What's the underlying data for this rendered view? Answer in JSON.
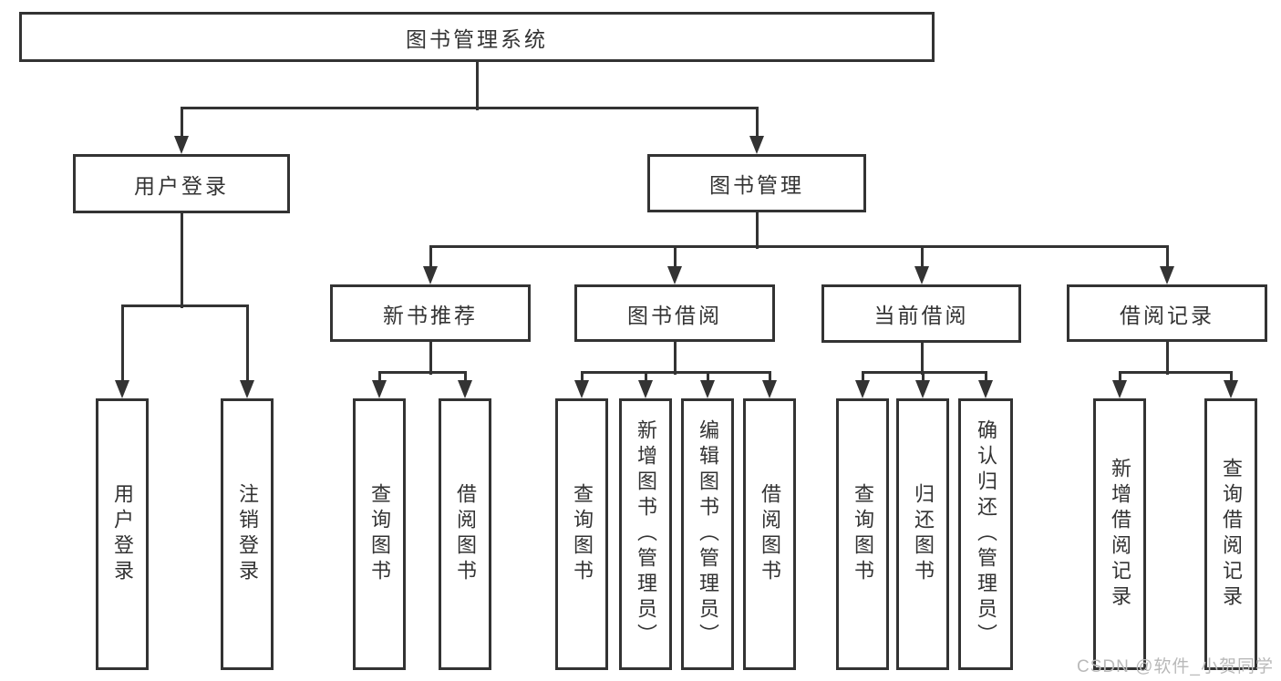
{
  "diagram": {
    "title": "图书管理系统",
    "root": {
      "label": "图书管理系统"
    },
    "level2": [
      {
        "label": "用户登录"
      },
      {
        "label": "图书管理"
      }
    ],
    "level3": [
      {
        "label": "新书推荐"
      },
      {
        "label": "图书借阅"
      },
      {
        "label": "当前借阅"
      },
      {
        "label": "借阅记录"
      }
    ],
    "leaves": {
      "login": [
        "用户登录",
        "注销登录"
      ],
      "recommend": [
        "查询图书",
        "借阅图书"
      ],
      "borrow": [
        "查询图书",
        "新增图书（管理员）",
        "编辑图书（管理员）",
        "借阅图书"
      ],
      "current": [
        "查询图书",
        "归还图书",
        "确认归还（管理员）"
      ],
      "records": [
        "新增借阅记录",
        "查询借阅记录"
      ]
    }
  },
  "watermark": "CSDN @软件_小贺同学",
  "colors": {
    "line": "#333333",
    "text": "#333333",
    "watermark": "#b9b9b9",
    "background": "#ffffff"
  }
}
